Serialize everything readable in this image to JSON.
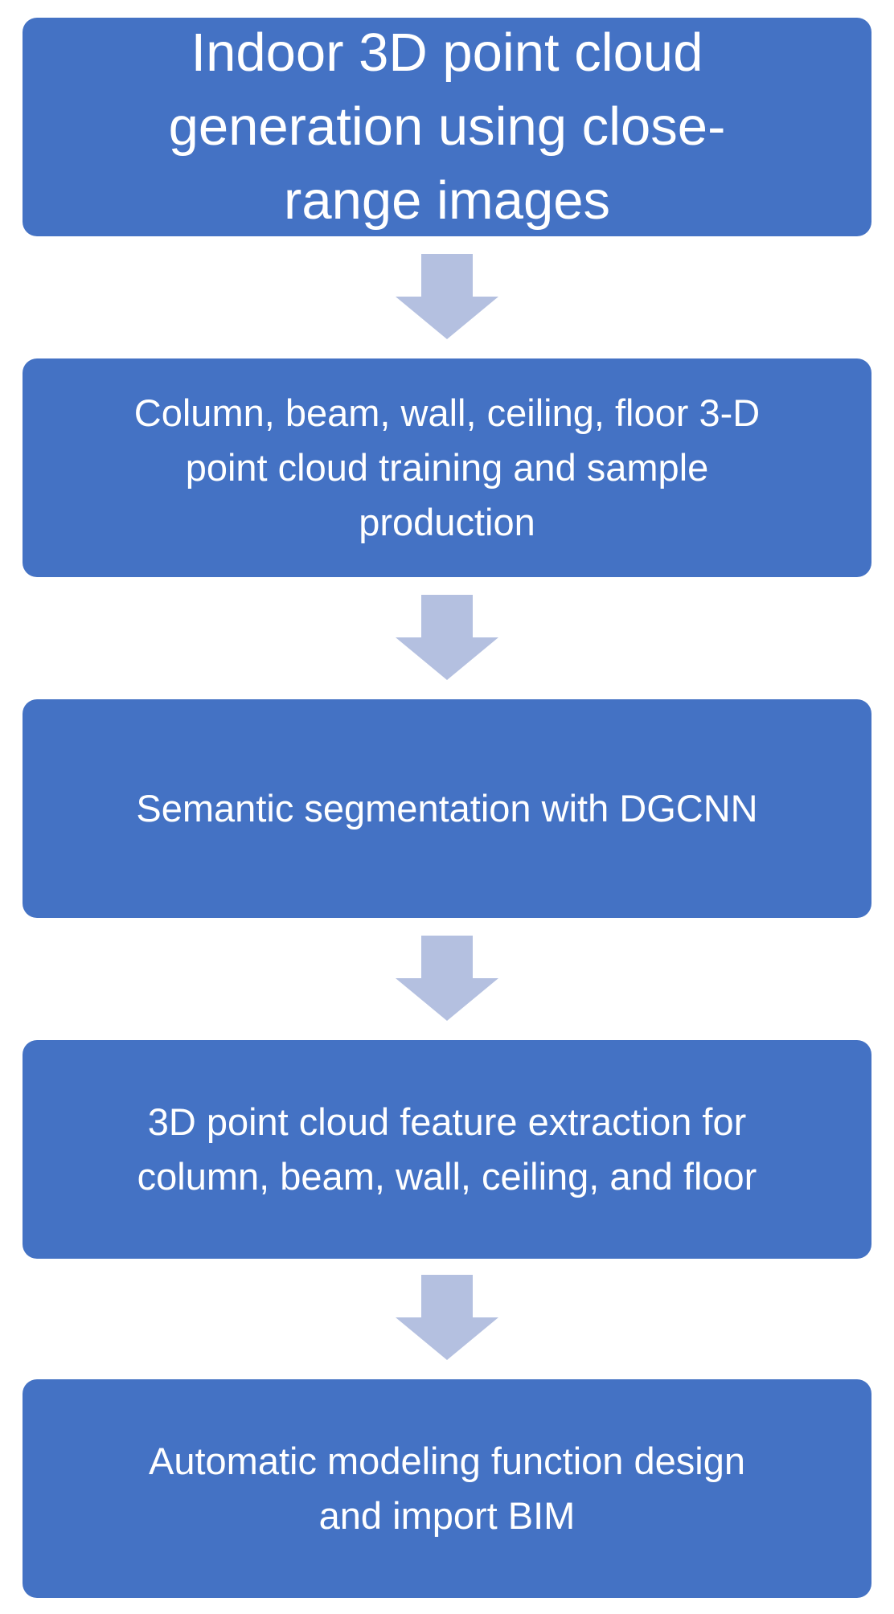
{
  "colors": {
    "box_fill": "#4472c4",
    "box_text": "#ffffff",
    "arrow_fill": "#b4c0e0",
    "background": "#ffffff"
  },
  "steps": [
    {
      "text": "Indoor 3D point cloud\ngeneration using close-\nrange images"
    },
    {
      "text": "Column, beam, wall, ceiling, floor 3-D\npoint cloud training and sample\nproduction"
    },
    {
      "text": "Semantic segmentation with DGCNN"
    },
    {
      "text": "3D point cloud feature extraction for\ncolumn, beam, wall, ceiling, and floor"
    },
    {
      "text": "Automatic modeling function design\nand import BIM"
    }
  ],
  "connectors": [
    {
      "icon": "down-arrow-icon",
      "from": 1,
      "to": 2
    },
    {
      "icon": "down-arrow-icon",
      "from": 2,
      "to": 3
    },
    {
      "icon": "down-arrow-icon",
      "from": 3,
      "to": 4
    },
    {
      "icon": "down-arrow-icon",
      "from": 4,
      "to": 5
    }
  ]
}
